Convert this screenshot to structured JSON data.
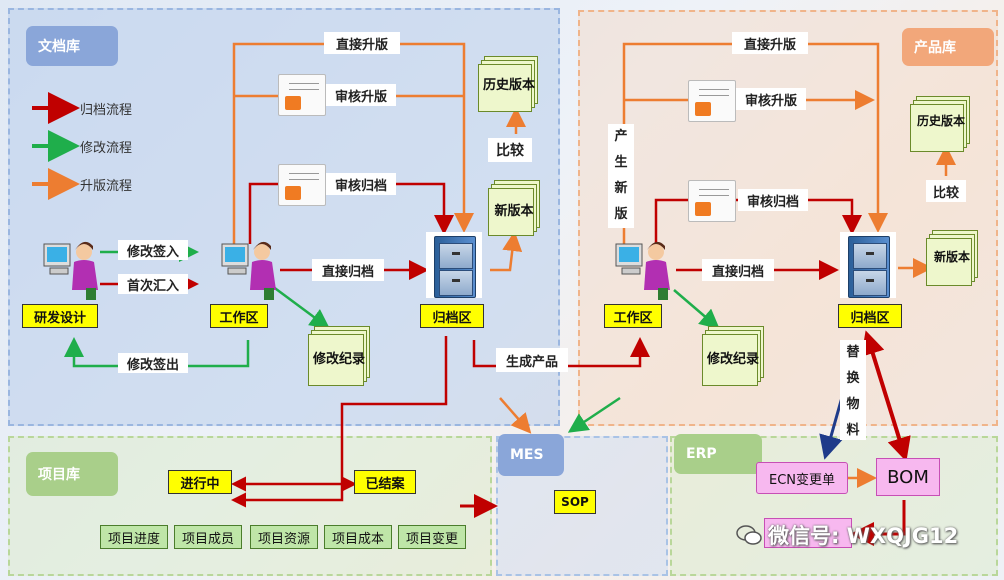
{
  "regions": {
    "doc_lib": "文档库",
    "product_lib": "产品库",
    "project_lib": "项目库",
    "mes": "MES",
    "erp": "ERP"
  },
  "legend": [
    {
      "label": "归档流程",
      "color": "#c00000"
    },
    {
      "label": "修改流程",
      "color": "#1fae4b"
    },
    {
      "label": "升版流程",
      "color": "#ed7d31"
    }
  ],
  "doc": {
    "rd_design": "研发设计",
    "workspace": "工作区",
    "archive": "归档区",
    "modify_checkin": "修改签入",
    "first_import": "首次汇入",
    "modify_checkout": "修改签出",
    "direct_upgrade": "直接升版",
    "review_upgrade": "审核升版",
    "review_archive": "审核归档",
    "direct_archive": "直接归档",
    "history_version": "历史版本",
    "compare": "比较",
    "new_version": "新版本",
    "modify_record": "修改纪录",
    "generate_product": "生成产品"
  },
  "product": {
    "direct_upgrade": "直接升版",
    "review_upgrade": "审核升版",
    "review_archive": "审核归档",
    "produce_new_version": "产生新版",
    "workspace": "工作区",
    "direct_archive": "直接归档",
    "archive": "归档区",
    "modify_record": "修改纪录",
    "history_version": "历史版本",
    "compare": "比较",
    "new_version": "新版本",
    "replace_material": "替换物料"
  },
  "project": {
    "in_progress": "进行中",
    "closed": "已结案",
    "items": [
      "项目进度",
      "项目成员",
      "项目资源",
      "项目成本",
      "项目变更"
    ]
  },
  "mes_sop": "SOP",
  "erp": {
    "ecn": "ECN变更单",
    "bom": "BOM"
  },
  "watermark": "微信号: WXQJG12"
}
